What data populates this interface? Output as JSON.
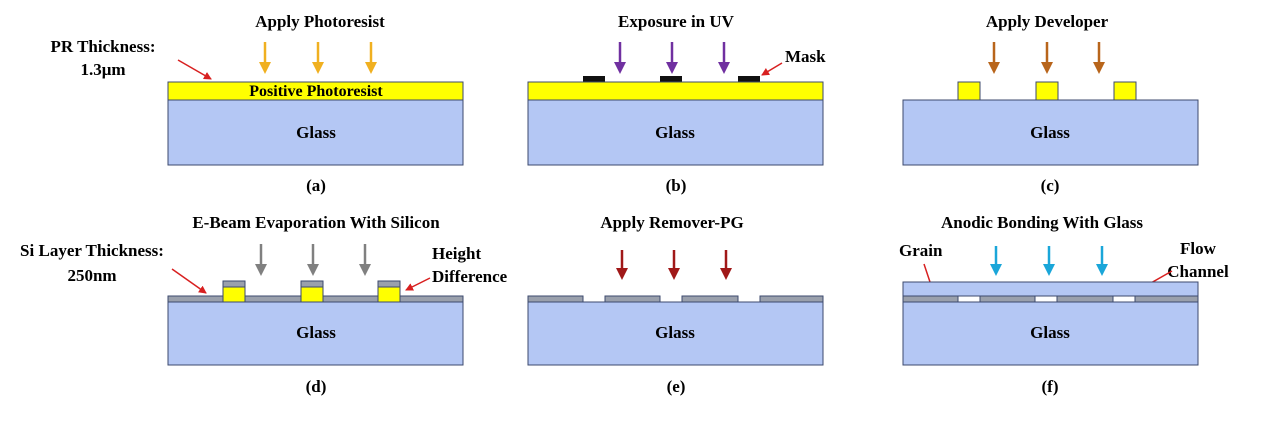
{
  "colors": {
    "glass": "#b4c7f4",
    "glass_edge": "#3c4a6e",
    "photoresist": "#ffff00",
    "pr_edge": "#3c4a6e",
    "mask": "#111111",
    "silicon": "#9aa0ac",
    "annotation_arrow": "#d82020",
    "arrow_a": "#f0b020",
    "arrow_b": "#7030a0",
    "arrow_c": "#b8651b",
    "arrow_d": "#808080",
    "arrow_e": "#a01818",
    "arrow_f": "#1aa6d9"
  },
  "panels": {
    "a": {
      "title": "Apply Photoresist",
      "caption": "(a)",
      "substrate": "Glass",
      "layer_label": "Positive Photoresist",
      "note_line1": "PR Thickness:",
      "note_line2": "1.3μm"
    },
    "b": {
      "title": "Exposure in UV",
      "caption": "(b)",
      "substrate": "Glass",
      "note": "Mask"
    },
    "c": {
      "title": "Apply Developer",
      "caption": "(c)",
      "substrate": "Glass"
    },
    "d": {
      "title": "E-Beam Evaporation With Silicon",
      "caption": "(d)",
      "substrate": "Glass",
      "note_left_line1": "Si Layer Thickness:",
      "note_left_line2": "250nm",
      "note_right_line1": "Height",
      "note_right_line2": "Difference"
    },
    "e": {
      "title": "Apply Remover-PG",
      "caption": "(e)",
      "substrate": "Glass"
    },
    "f": {
      "title": "Anodic Bonding With Glass",
      "caption": "(f)",
      "substrate": "Glass",
      "note_left": "Grain",
      "note_right_line1": "Flow",
      "note_right_line2": "Channel"
    }
  }
}
